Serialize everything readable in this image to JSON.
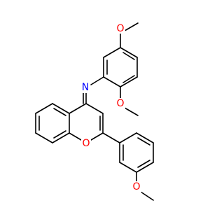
{
  "molecule": {
    "atoms": [
      {
        "id": "O_top",
        "label": "O",
        "color": "#ff0000"
      },
      {
        "id": "O_mid",
        "label": "O",
        "color": "#ff0000"
      },
      {
        "id": "O_ring",
        "label": "O",
        "color": "#ff0000"
      },
      {
        "id": "O_bottom",
        "label": "O",
        "color": "#ff0000"
      },
      {
        "id": "N_imine",
        "label": "N",
        "color": "#0000ff"
      }
    ],
    "bond_color": "#000000"
  }
}
